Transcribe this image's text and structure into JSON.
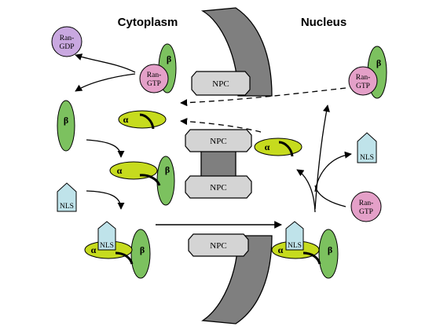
{
  "headers": {
    "cytoplasm": "Cytoplasm",
    "nucleus": "Nucleus"
  },
  "labels": {
    "npc": "NPC",
    "ran": "Ran-",
    "gdp": "GDP",
    "gtp": "GTP",
    "alpha": "α",
    "beta": "β",
    "nls": "NLS"
  },
  "colors": {
    "pore": "#7f7f7f",
    "npc_box": "#d4d4d4",
    "importin_alpha": "#c6db1e",
    "importin_beta": "#7cc15f",
    "ran_gtp": "#e4a0c8",
    "ran_gdp": "#c9a8e0",
    "nls": "#bfe3ea"
  }
}
